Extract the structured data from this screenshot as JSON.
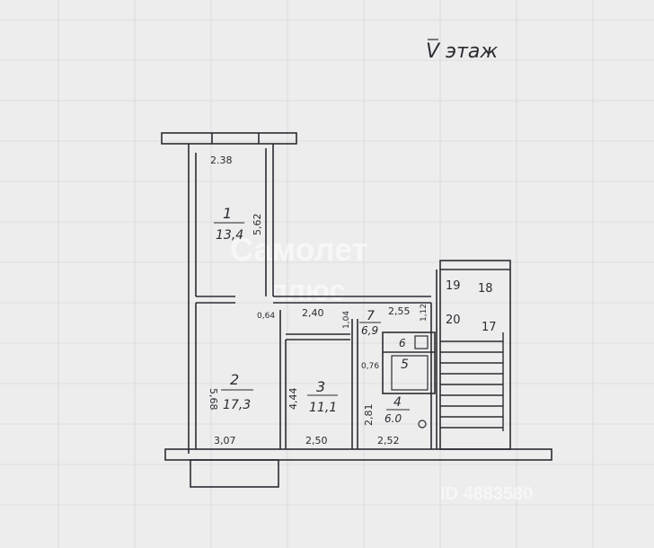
{
  "title": "V этаж",
  "watermark": {
    "brand": "Самолет",
    "sub": "плюс",
    "code": "ID 4883580"
  },
  "rooms": [
    {
      "number": "1",
      "area": "13,4"
    },
    {
      "number": "2",
      "area": "17,3"
    },
    {
      "number": "3",
      "area": "11,1"
    },
    {
      "number": "4",
      "area": "6.0"
    },
    {
      "number": "5",
      "area": ""
    },
    {
      "number": "6",
      "area": ""
    },
    {
      "number": "7",
      "area": "6,9"
    }
  ],
  "stair_labels": [
    "19",
    "18",
    "20",
    "17"
  ],
  "dimensions": {
    "room1_width": "2.38",
    "room1_length": "5,62",
    "corridor_width": "2,40",
    "corridor_right": "2,55",
    "door_gap": "0,64",
    "hall_gap": "1,04",
    "bath_gap": "1,12",
    "wc_gap": "0,76",
    "room2_width": "3,07",
    "room2_length": "5,68",
    "room3_width": "2,50",
    "room3_length": "4,44",
    "kitchen_width": "2,52",
    "kitchen_length": "2,81"
  },
  "colors": {
    "paper": "#ededed",
    "ink": "#2b2b33",
    "grid": "#c9c9cf"
  }
}
